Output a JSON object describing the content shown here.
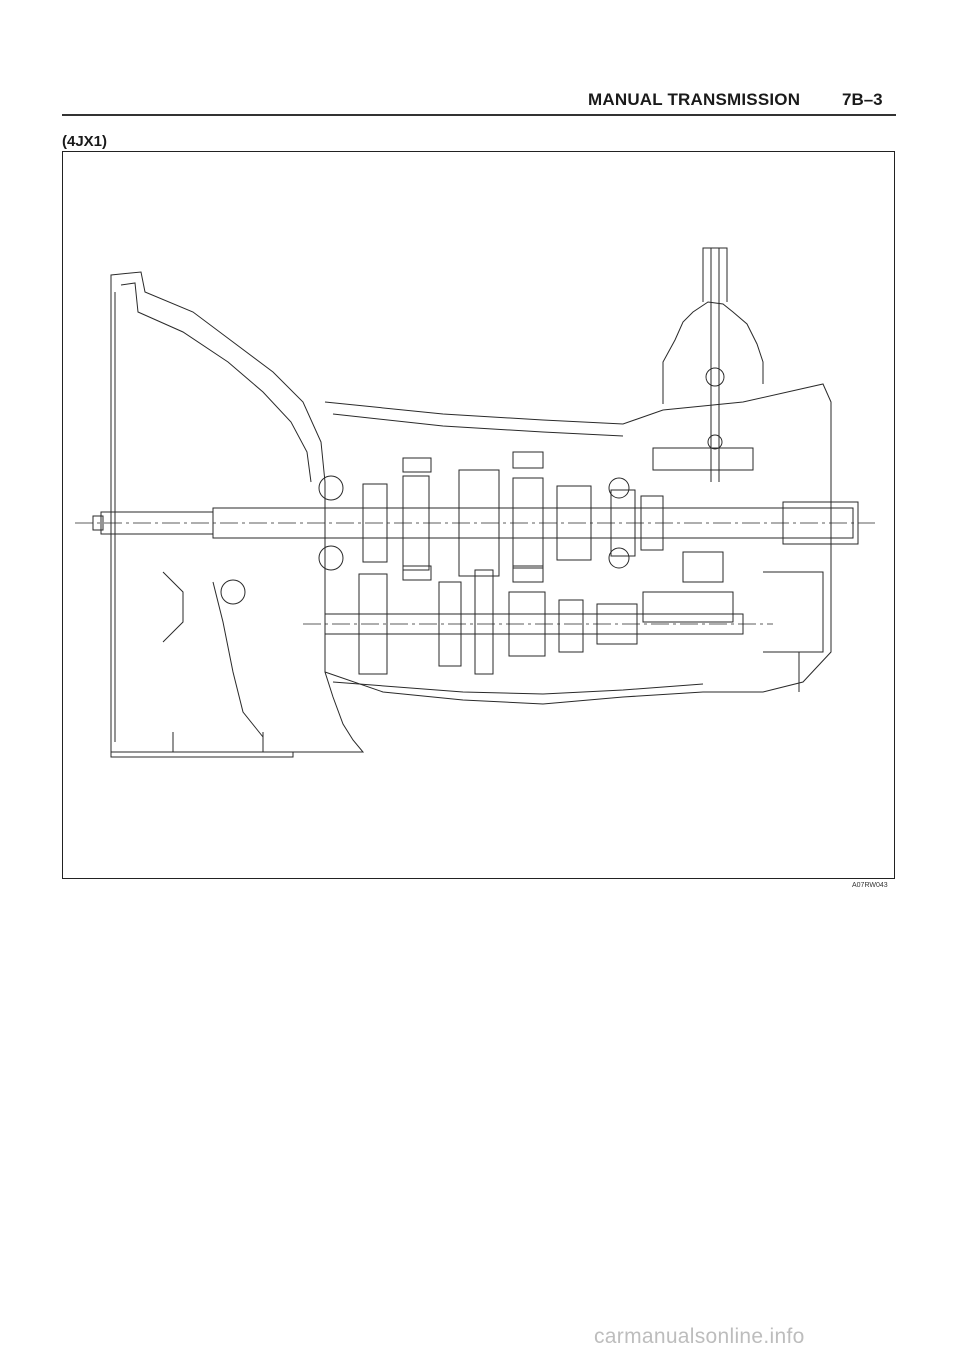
{
  "header": {
    "title": "MANUAL TRANSMISSION",
    "page": "7B–3"
  },
  "section": {
    "label": "(4JX1)"
  },
  "figure": {
    "code": "A07RW043",
    "subject": "transmission-cross-section"
  },
  "footer": {
    "watermark": "carmanualsonline.info"
  }
}
